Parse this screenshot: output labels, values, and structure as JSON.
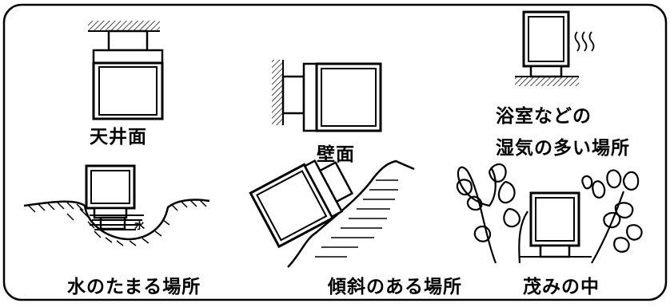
{
  "labels": {
    "ceiling": "天井面",
    "wall": "壁面",
    "bath_line1": "浴室などの",
    "bath_line2": "湿気の多い場所",
    "water": "水のたまる場所",
    "slope": "傾斜のある場所",
    "bush": "茂みの中",
    "water_mark": "水"
  },
  "colors": {
    "ink": "#000000",
    "paper": "#ffffff"
  }
}
